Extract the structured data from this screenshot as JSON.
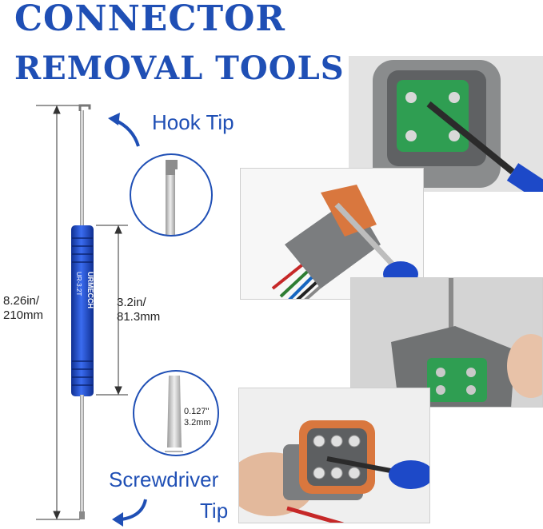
{
  "title": {
    "line1": "CONNECTOR",
    "line2": "REMOVAL TOOLS"
  },
  "labels": {
    "hook_tip": "Hook Tip",
    "screwdriver_line1": "Screwdriver",
    "screwdriver_line2": "Tip"
  },
  "dimensions": {
    "total_in": "8.26in/",
    "total_mm": "210mm",
    "handle_in": "3.2in/",
    "handle_mm": "81.3mm",
    "tip_in": "0.127\"",
    "tip_mm": "3.2mm"
  },
  "handle_text": {
    "brand": "URMECCH",
    "model": "UR-3.2T"
  },
  "colors": {
    "brand_blue": "#1f4fb5",
    "handle_blue": "#1d49c8",
    "connector_gray": "#7d7f80",
    "connector_green": "#2f9e52",
    "seal_orange": "#d9773e"
  },
  "icons": {
    "hook_arrow": "curved-arrow-icon",
    "screwdriver_arrow": "curved-arrow-icon"
  }
}
